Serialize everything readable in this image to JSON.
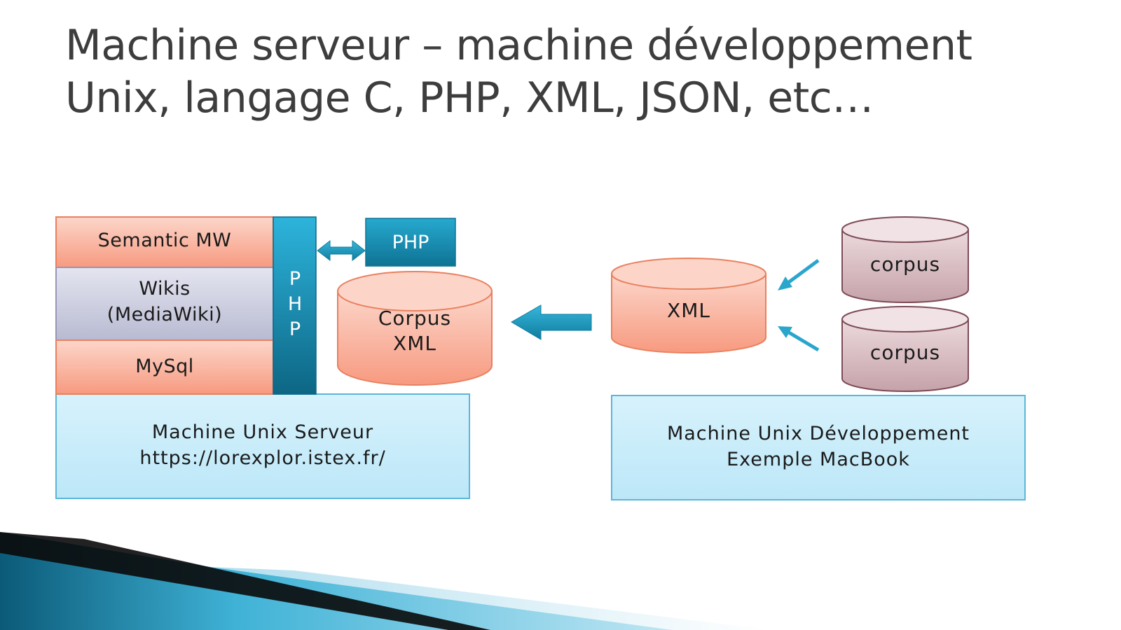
{
  "slide": {
    "title_line1": "Machine serveur – machine développement",
    "title_line2": "Unix, langage C, PHP, XML, JSON, etc…"
  },
  "server": {
    "stack": {
      "semantic_mw": "Semantic MW",
      "wikis_line1": "Wikis",
      "wikis_line2": "(MediaWiki)",
      "mysql": "MySql"
    },
    "php_vertical": [
      "P",
      "H",
      "P"
    ],
    "php_box": "PHP",
    "corpus_xml_line1": "Corpus",
    "corpus_xml_line2": "XML",
    "machine_line1": "Machine Unix Serveur",
    "machine_line2": "https://lorexplor.istex.fr/"
  },
  "dev": {
    "xml": "XML",
    "corpus_top": "corpus",
    "corpus_bottom": "corpus",
    "machine_line1": "Machine Unix Développement",
    "machine_line2": "Exemple MacBook"
  },
  "colors": {
    "salmon": "#f9a48c",
    "lavender": "#c9cbe0",
    "teal": "#1793b5",
    "light_blue": "#cdeefa",
    "mauve": "#c8a0a8"
  }
}
